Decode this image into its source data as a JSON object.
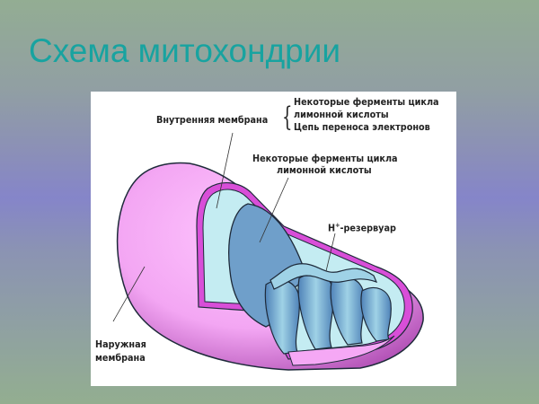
{
  "slide": {
    "title": "Схема митохондрии",
    "title_color": "#18a3a0",
    "background_gradient": [
      "#93ad93",
      "#8585c9",
      "#93ae90"
    ]
  },
  "diagram": {
    "subject": "mitochondrion cross-section",
    "colors": {
      "outer_membrane": "#f5a8f5",
      "membrane_edge": "#d84ed8",
      "intermembrane": "#c4ecf2",
      "matrix": "#6f9fca",
      "outline": "#1e2a3a"
    },
    "labels": {
      "inner_membrane": "Внутренняя мембрана",
      "inner_membrane_items": [
        "Некоторые ферменты цикла",
        "лимонной кислоты",
        "Цепь переноса электронов"
      ],
      "matrix_enzymes_line1": "Некоторые ферменты цикла",
      "matrix_enzymes_line2": "лимонной кислоты",
      "h_reservoir_prefix": "H",
      "h_reservoir_sup": "+",
      "h_reservoir_suffix": "-резервуар",
      "outer_membrane_line1": "Наружная",
      "outer_membrane_line2": "мембрана"
    }
  }
}
